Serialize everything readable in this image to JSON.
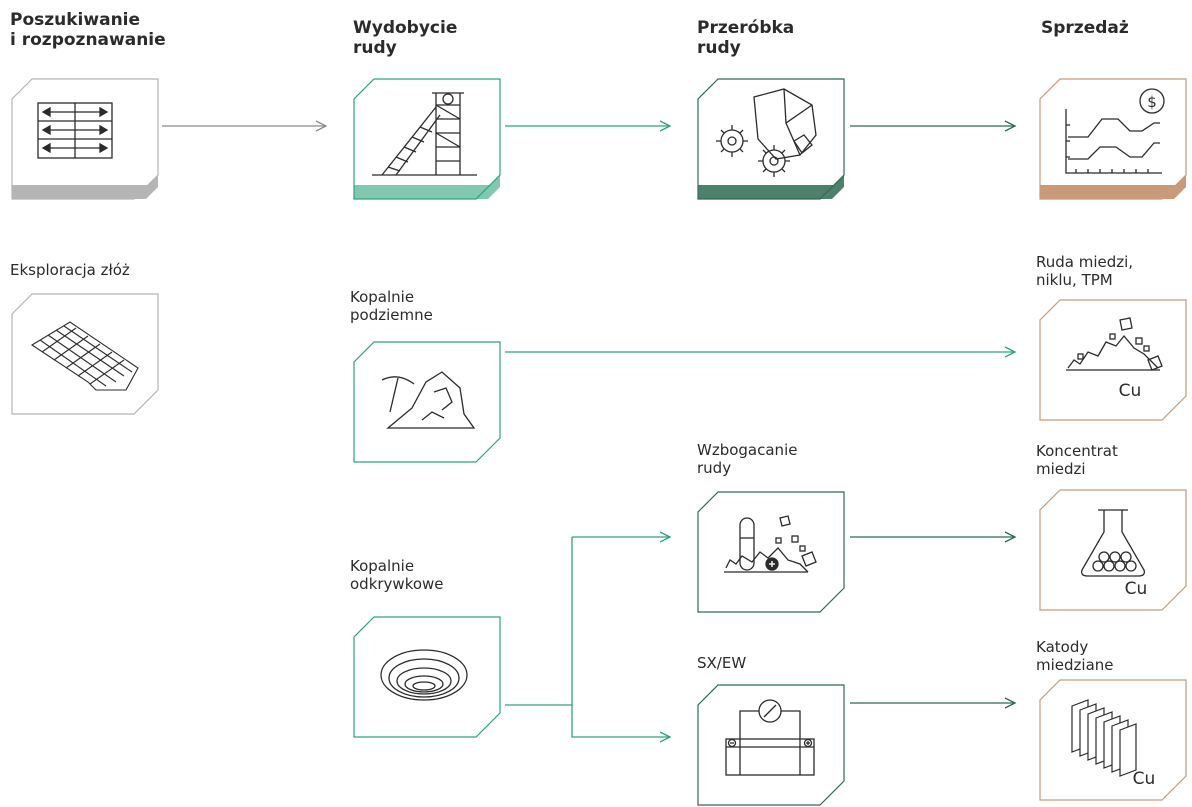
{
  "headers": {
    "exploration": [
      "Poszukiwanie",
      "i rozpoznawanie"
    ],
    "mining": [
      "Wydobycie",
      "rudy"
    ],
    "processing": [
      "Przeróbka",
      "rudy"
    ],
    "sales": [
      "Sprzedaż"
    ]
  },
  "labels": {
    "deposit_exploration": [
      "Eksploracja złóż"
    ],
    "underground_mines": [
      "Kopalnie",
      "podziemne"
    ],
    "open_pit_mines": [
      "Kopalnie",
      "odkrywkowe"
    ],
    "ore_beneficiation": [
      "Wzbogacanie",
      "rudy"
    ],
    "sxew": [
      "SX/EW"
    ],
    "ore_products": [
      "Ruda miedzi,",
      "niklu, TPM"
    ],
    "copper_concentrate": [
      "Koncentrat",
      "miedzi"
    ],
    "copper_cathodes": [
      "Katody",
      "miedziane"
    ]
  },
  "products": {
    "ore_symbol": "Cu",
    "concentrate_symbol": "Cu",
    "cathode_symbol": "Cu",
    "currency_symbol": "$"
  },
  "colors": {
    "grey": "#b5b5b5",
    "green": "#2ea37d",
    "dark_green": "#2f6b52",
    "copper": "#c89a7a",
    "ink": "#2b2b2b",
    "arrow_grey": "#8a8a8a"
  }
}
